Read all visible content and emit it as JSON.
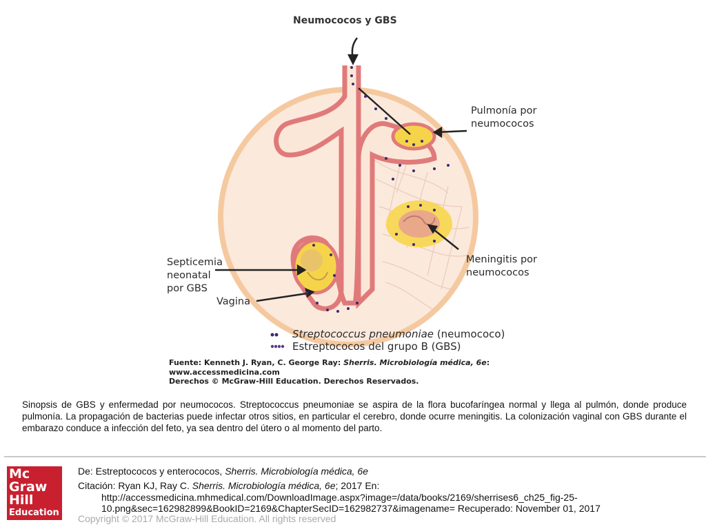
{
  "figure": {
    "title": "Neumococos y GBS",
    "labels": {
      "pneumonia": "Pulmonía por\nneumococos",
      "septicemia": "Septicemia\nneonatal\npor GBS",
      "vagina": "Vagina",
      "meningitis": "Meningitis por\nneumococos"
    },
    "legend": [
      {
        "name": "Streptococcus pneumoniae",
        "suffix": "(neumococo)",
        "color": "#3a2a6e"
      },
      {
        "name": "Estreptococos del grupo B (GBS)",
        "suffix": "",
        "color": "#5a3a8a"
      }
    ],
    "source": {
      "prefix": "Fuente: Kenneth J. Ryan, C. George Ray: ",
      "book": "Sherris. Microbiología médica, 6e",
      "suffix": ":",
      "url": "www.accessmedicina.com",
      "rights": "Derechos © McGraw-Hill Education. Derechos Reservados."
    },
    "colors": {
      "uterus_ring": "#f5c9a0",
      "fluid": "#fbe7d8",
      "tissue": "#e07a7a",
      "lesion": "#f5d44a",
      "bacteria": "#3a2a6e"
    }
  },
  "caption": "Sinopsis de GBS y enfermedad por neumococos. Streptococcus pneumoniae se aspira de la flora bucofaríngea normal y llega al pulmón, donde produce pulmonía. La propagación de bacterias puede infectar otros sitios, en particular el cerebro, donde ocurre meningitis. La colonización vaginal con GBS durante el embarazo conduce a infección del feto, ya sea dentro del útero o al momento del parto.",
  "logo": {
    "line1": "Mc",
    "line2": "Graw",
    "line3": "Hill",
    "line4": "Education"
  },
  "reference": {
    "from_prefix": "De: Estreptococos y enterococos, ",
    "from_book": "Sherris. Microbiología médica, 6e",
    "citation_prefix": "Citación: Ryan KJ, Ray C. ",
    "citation_book": "Sherris. Microbiología médica, 6e",
    "citation_suffix": "; 2017 En:",
    "url_line1": "http://accessmedicina.mhmedical.com/DownloadImage.aspx?image=/data/books/2169/sherrises6_ch25_fig-25-",
    "url_line2": "10.png&sec=162982899&BookID=2169&ChapterSecID=162982737&imagename= Recuperado: November 01, 2017"
  },
  "copyright": "Copyright © 2017 McGraw-Hill Education. All rights reserved"
}
